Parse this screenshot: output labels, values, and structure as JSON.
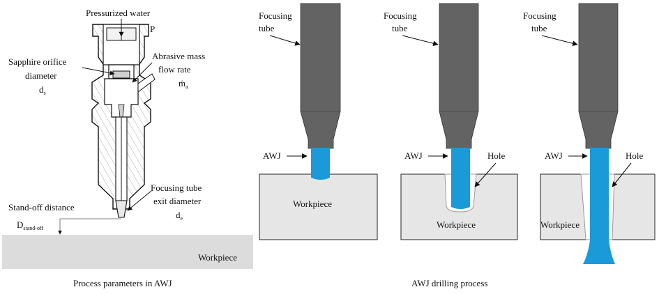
{
  "left_panel": {
    "pressurized_water": "Pressurized water",
    "pressure_symbol": "P",
    "orifice_label_line1": "Sapphire orifice",
    "orifice_label_line2": "diameter",
    "orifice_symbol": "d",
    "orifice_symbol_sub": "s",
    "abrasive_line1": "Abrasive mass",
    "abrasive_line2": "flow rate",
    "abrasive_symbol": "ṁ",
    "abrasive_symbol_sub": "a",
    "focusing_exit_line1": "Focusing tube",
    "focusing_exit_line2": "exit diameter",
    "focusing_exit_symbol": "d",
    "focusing_exit_symbol_sub": "e",
    "standoff_label": "Stand-off distance",
    "standoff_symbol": "D",
    "standoff_symbol_sub": "stand-off",
    "workpiece": "Workpiece",
    "caption": "Process parameters in AWJ"
  },
  "right_panel": {
    "stages": [
      {
        "tube_line1": "Focusing",
        "tube_line2": "tube",
        "awj": "AWJ",
        "hole": "",
        "workpiece": "Workpiece"
      },
      {
        "tube_line1": "Focusing",
        "tube_line2": "tube",
        "awj": "AWJ",
        "hole": "Hole",
        "workpiece": "Workpiece"
      },
      {
        "tube_line1": "Focusing",
        "tube_line2": "tube",
        "awj": "AWJ",
        "hole": "Hole",
        "workpiece": "Workpiece"
      }
    ],
    "caption": "AWJ drilling process"
  },
  "colors": {
    "jet": "#1a9ad8",
    "tube": "#636363",
    "workpiece": "#e6e6e6",
    "base": "#dcdcdc"
  }
}
